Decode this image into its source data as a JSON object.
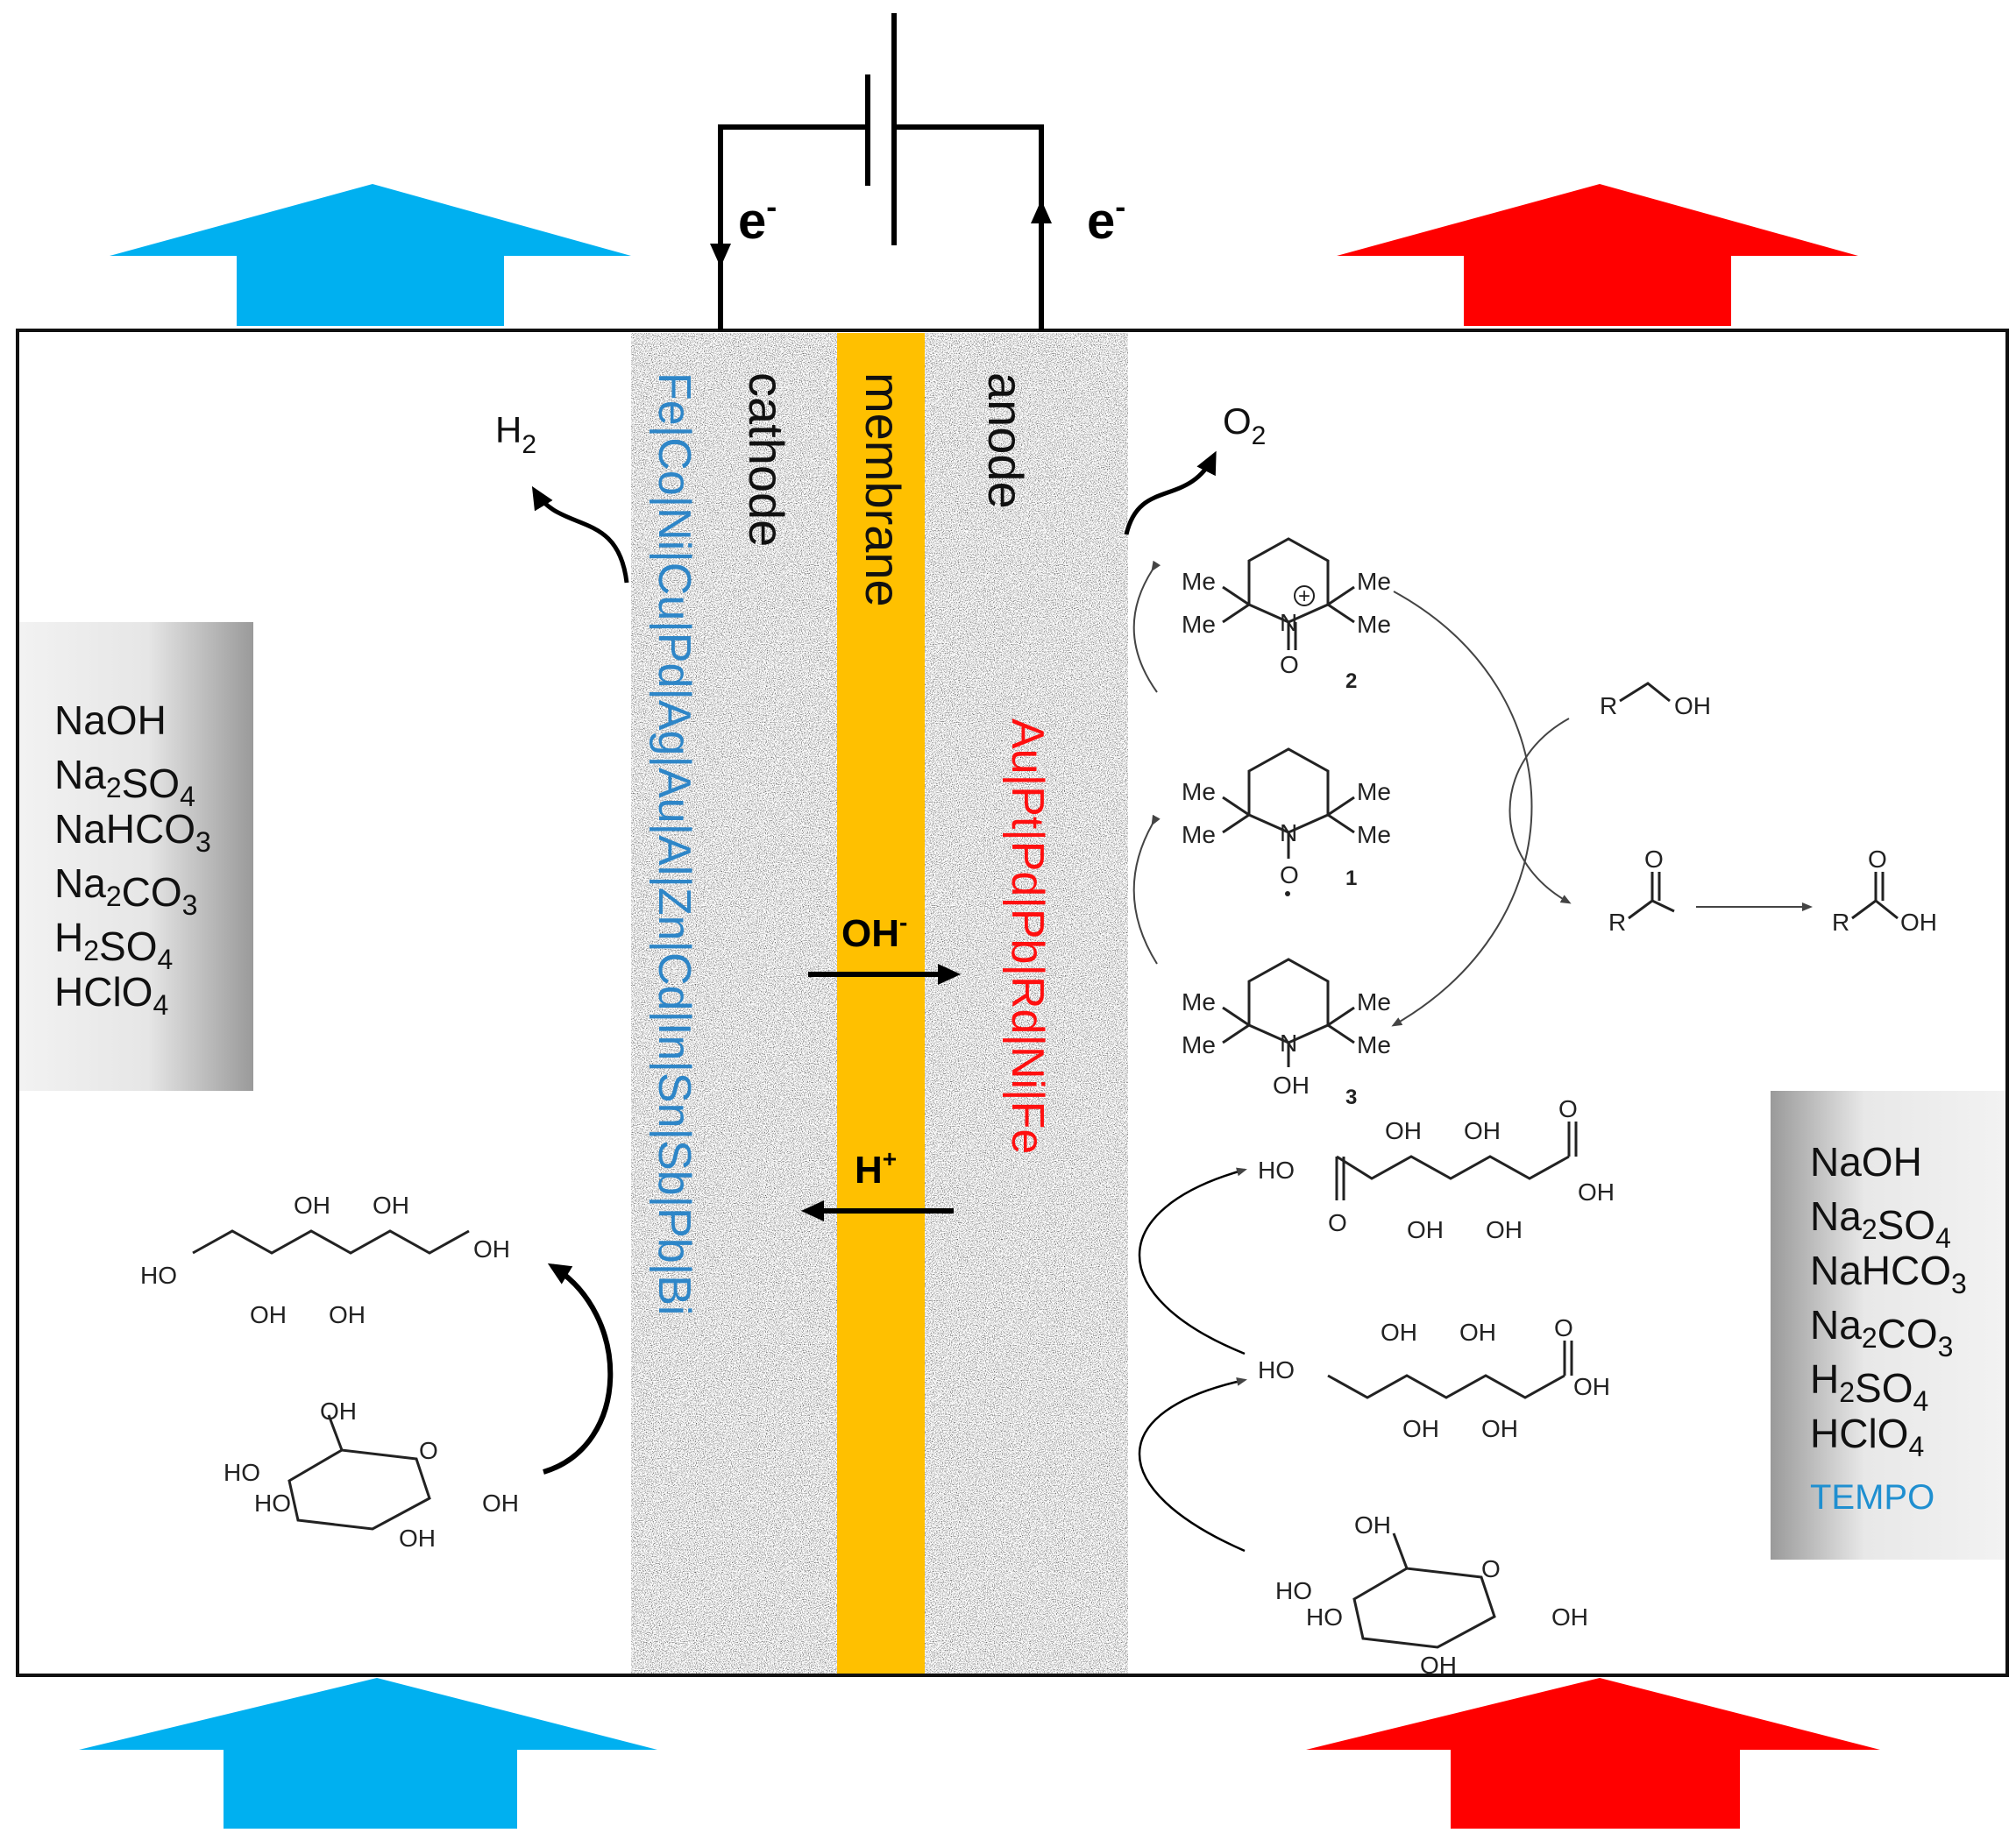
{
  "colors": {
    "cathode_arrow": "#00B0F0",
    "anode_arrow": "#FF0000",
    "membrane": "#FFC000",
    "cathode_text": "#2E86C8",
    "anode_text": "#FF1010",
    "tempo_text": "#1F8FD0"
  },
  "circuit": {
    "electron_left": "e",
    "electron_left_sup": "-",
    "electron_right": "e",
    "electron_right_sup": "-"
  },
  "cell": {
    "cathode_label": "cathode",
    "membrane_label": "membrane",
    "anode_label": "anode",
    "cathode_metals": "Fe|Co|Ni|Cu|Pd|Ag|Au|Al|Zn|Cd|In|Sn|Sb|Pb|Bi",
    "anode_metals": "Au|Pt|Pd|Pb|Rd|Ni|Fe",
    "ion_oh": "OH",
    "ion_oh_sup": "-",
    "ion_h": "H",
    "ion_h_sup": "+"
  },
  "gases": {
    "h2_main": "H",
    "h2_sub": "2",
    "o2_main": "O",
    "o2_sub": "2"
  },
  "left_electrolytes": {
    "items": [
      {
        "main": "NaOH",
        "sub": "",
        "tail": ""
      },
      {
        "main": "Na",
        "sub": "2",
        "tail": "SO",
        "sub2": "4"
      },
      {
        "main": "NaHCO",
        "sub": "3",
        "tail": ""
      },
      {
        "main": "Na",
        "sub": "2",
        "tail": "CO",
        "sub2": "3"
      },
      {
        "main": "H",
        "sub": "2",
        "tail": "SO",
        "sub2": "4"
      },
      {
        "main": "HClO",
        "sub": "4",
        "tail": ""
      }
    ]
  },
  "right_electrolytes": {
    "items": [
      {
        "main": "NaOH",
        "sub": "",
        "tail": ""
      },
      {
        "main": "Na",
        "sub": "2",
        "tail": "SO",
        "sub2": "4"
      },
      {
        "main": "NaHCO",
        "sub": "3",
        "tail": ""
      },
      {
        "main": "Na",
        "sub": "2",
        "tail": "CO",
        "sub2": "3"
      },
      {
        "main": "H",
        "sub": "2",
        "tail": "SO",
        "sub2": "4"
      },
      {
        "main": "HClO",
        "sub": "4",
        "tail": ""
      }
    ],
    "extra": "TEMPO"
  },
  "tempo_cycle": {
    "me": "Me",
    "n": "N",
    "o": "O",
    "oh": "OH",
    "plus": "+",
    "label_2": "2",
    "label_1": "1",
    "label_3": "3",
    "r": "R"
  },
  "sugars": {
    "oh": "OH",
    "ho": "HO",
    "o": "O"
  }
}
